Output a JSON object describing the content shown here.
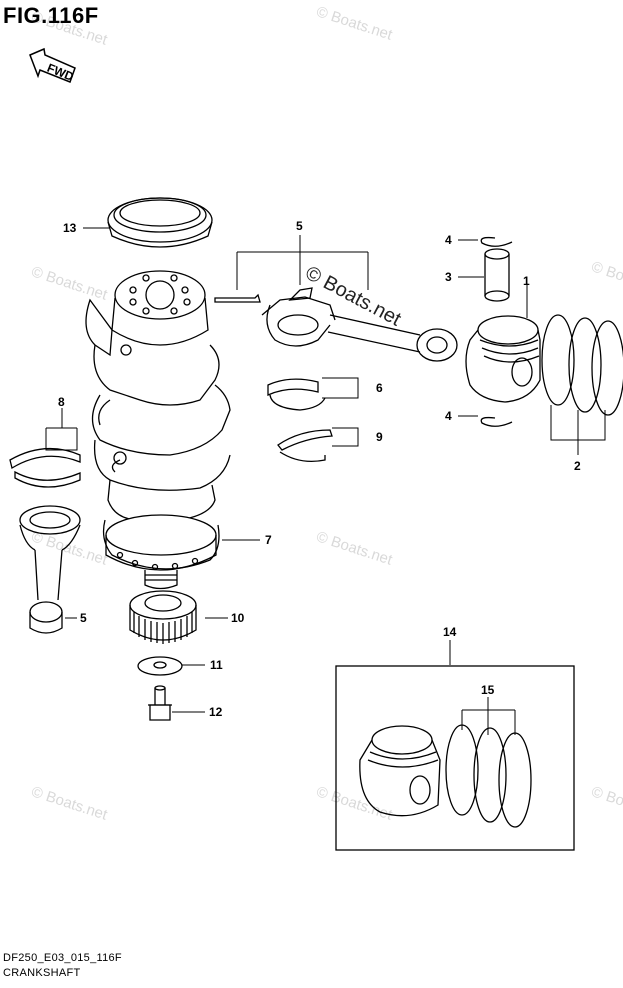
{
  "figure": {
    "title": "FIG.116F",
    "fwd_label": "FWD",
    "code": "DF250_E03_015_116F",
    "name": "CRANKSHAFT"
  },
  "watermark": "© Boats.net",
  "callouts": {
    "c1": "1",
    "c2": "2",
    "c3": "3",
    "c4a": "4",
    "c4b": "4",
    "c5a": "5",
    "c5b": "5",
    "c6": "6",
    "c7": "7",
    "c8": "8",
    "c9": "9",
    "c10": "10",
    "c11": "11",
    "c12": "12",
    "c13": "13",
    "c14": "14",
    "c15": "15"
  }
}
